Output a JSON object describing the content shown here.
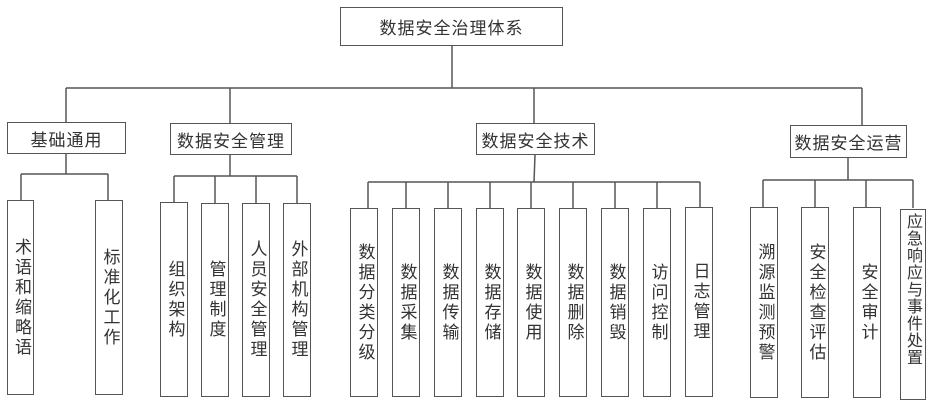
{
  "diagram": {
    "type": "tree",
    "root": {
      "label": "数据安全治理体系"
    },
    "categories": [
      {
        "label": "基础通用",
        "children": [
          "术语和缩略语",
          "标准化工作"
        ]
      },
      {
        "label": "数据安全管理",
        "children": [
          "组织架构",
          "管理制度",
          "人员安全管理",
          "外部机构管理"
        ]
      },
      {
        "label": "数据安全技术",
        "children": [
          "数据分类分级",
          "数据采集",
          "数据传输",
          "数据存储",
          "数据使用",
          "数据删除",
          "数据销毁",
          "访问控制",
          "日志管理"
        ]
      },
      {
        "label": "数据安全运营",
        "children": [
          "溯源监测预警",
          "安全检查评估",
          "安全审计",
          "应急响应与事件处置"
        ]
      }
    ],
    "colors": {
      "line": "#555555",
      "text": "#333333",
      "background": "#ffffff"
    }
  }
}
